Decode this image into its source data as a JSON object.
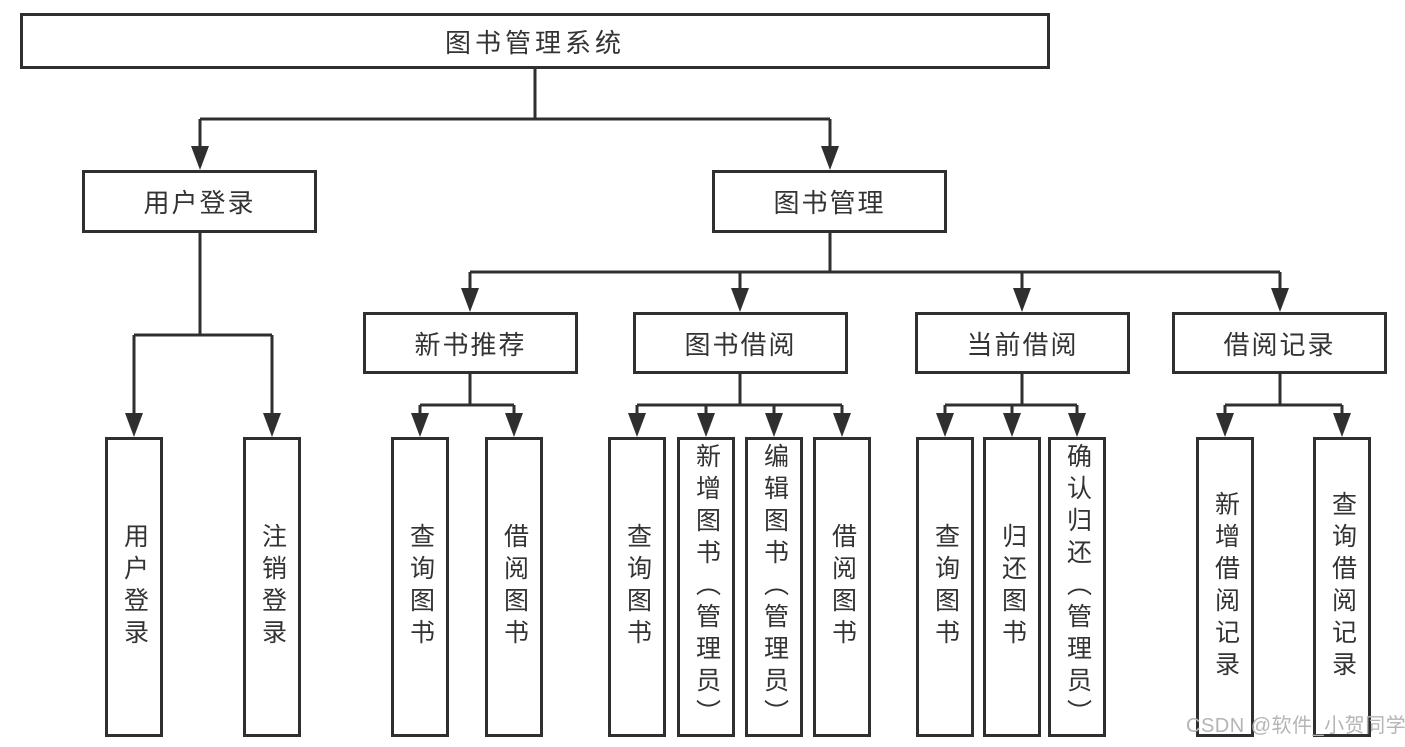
{
  "colors": {
    "background": "#ffffff",
    "line": "#2f2f2f",
    "box_border": "#2f2f2f",
    "text": "#333333",
    "watermark": "#b5b5b5"
  },
  "tree": {
    "root": {
      "label": "图书管理系统",
      "children": [
        {
          "label": "用户登录",
          "children": [
            {
              "label": "用户登录"
            },
            {
              "label": "注销登录"
            }
          ]
        },
        {
          "label": "图书管理",
          "children": [
            {
              "label": "新书推荐",
              "children": [
                {
                  "label": "查询图书"
                },
                {
                  "label": "借阅图书"
                }
              ]
            },
            {
              "label": "图书借阅",
              "children": [
                {
                  "label": "查询图书"
                },
                {
                  "label": "新增图书（管理员）"
                },
                {
                  "label": "编辑图书（管理员）"
                },
                {
                  "label": "借阅图书"
                }
              ]
            },
            {
              "label": "当前借阅",
              "children": [
                {
                  "label": "查询图书"
                },
                {
                  "label": "归还图书"
                },
                {
                  "label": "确认归还（管理员）"
                }
              ]
            },
            {
              "label": "借阅记录",
              "children": [
                {
                  "label": "新增借阅记录"
                },
                {
                  "label": "查询借阅记录"
                }
              ]
            }
          ]
        }
      ]
    }
  },
  "watermark": {
    "text": "CSDN @软件_小贺同学"
  }
}
